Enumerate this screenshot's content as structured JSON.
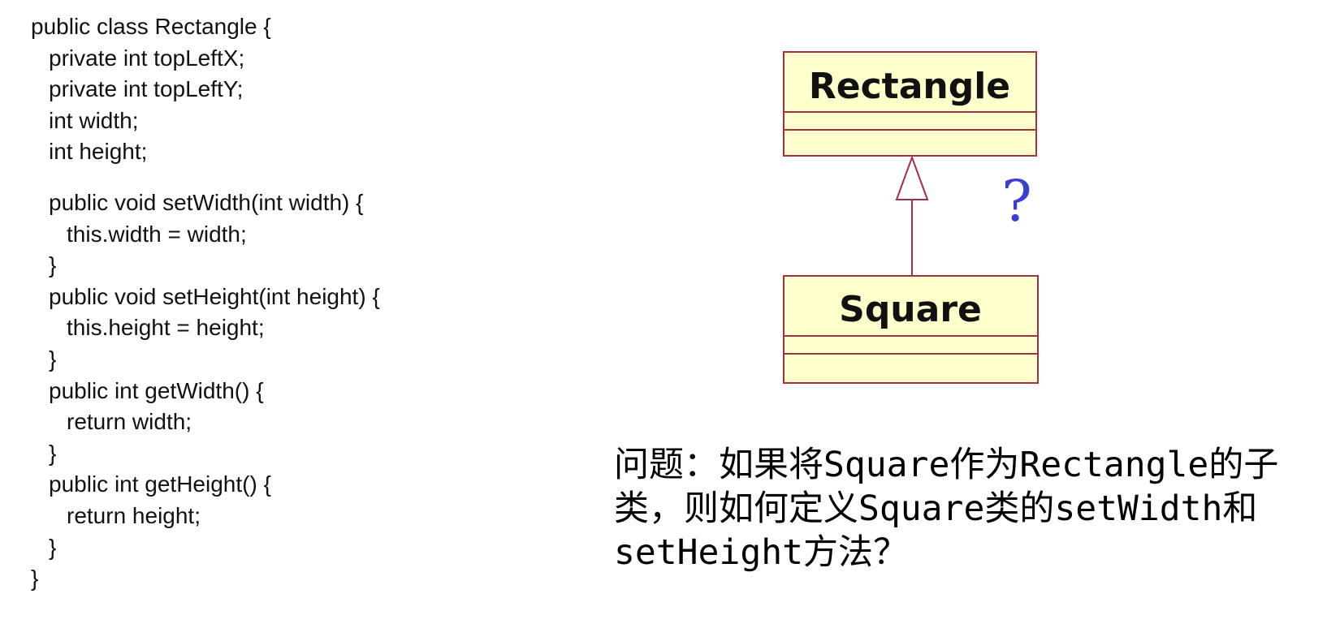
{
  "code": {
    "lines": [
      {
        "text": "public class Rectangle {",
        "indent": 0
      },
      {
        "text": "private int topLeftX;",
        "indent": 1
      },
      {
        "text": "private int topLeftY;",
        "indent": 1
      },
      {
        "text": "int width;",
        "indent": 1
      },
      {
        "text": "int height;",
        "indent": 1
      },
      {
        "text": "public void setWidth(int width) {",
        "indent": 1
      },
      {
        "text": "this.width = width;",
        "indent": 2
      },
      {
        "text": "}",
        "indent": 1
      },
      {
        "text": "public void setHeight(int height) {",
        "indent": 1
      },
      {
        "text": "this.height = height;",
        "indent": 2
      },
      {
        "text": "}",
        "indent": 1
      },
      {
        "text": "public int getWidth() {",
        "indent": 1
      },
      {
        "text": "return width;",
        "indent": 2
      },
      {
        "text": "}",
        "indent": 1
      },
      {
        "text": "public int getHeight() {",
        "indent": 1
      },
      {
        "text": "return height;",
        "indent": 2
      },
      {
        "text": "}",
        "indent": 1
      },
      {
        "text": "}",
        "indent": 0
      }
    ]
  },
  "diagram": {
    "parent_class": "Rectangle",
    "child_class": "Square",
    "relation": "generalization",
    "annotation": "?",
    "colors": {
      "box_fill": "#ffffcc",
      "box_stroke": "#a0304a",
      "annotation": "#3a3fcf"
    }
  },
  "question": {
    "lines": [
      "问题：如果将Square作为Rectangle的子",
      "类，则如何定义Square类的setWidth和",
      "setHeight方法？"
    ]
  }
}
